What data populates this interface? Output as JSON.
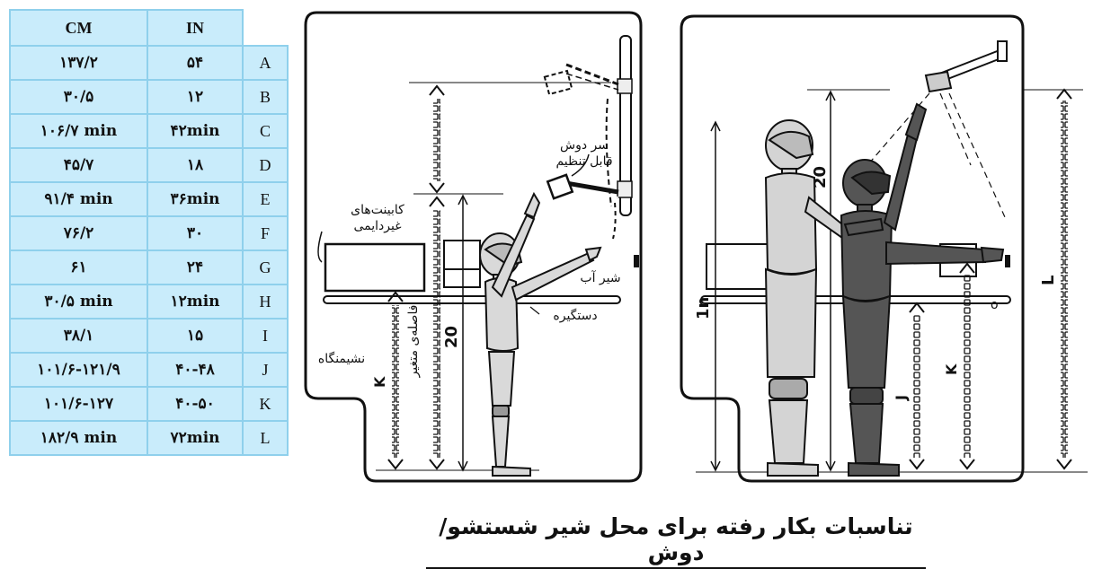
{
  "table": {
    "header": {
      "cm": "CM",
      "in": "IN"
    },
    "rows": [
      {
        "key": "A",
        "cm": "۱۳۷/۲",
        "in": "۵۴"
      },
      {
        "key": "B",
        "cm": "۳۰/۵",
        "in": "۱۲"
      },
      {
        "key": "C",
        "cm": "۱۰۶/۷ min",
        "in": "۴۲min"
      },
      {
        "key": "D",
        "cm": "۴۵/۷",
        "in": "۱۸"
      },
      {
        "key": "E",
        "cm": "۹۱/۴ min",
        "in": "۳۶min"
      },
      {
        "key": "F",
        "cm": "۷۶/۲",
        "in": "۳۰"
      },
      {
        "key": "G",
        "cm": "۶۱",
        "in": "۲۴"
      },
      {
        "key": "H",
        "cm": "۳۰/۵ min",
        "in": "۱۲min"
      },
      {
        "key": "I",
        "cm": "۳۸/۱",
        "in": "۱۵"
      },
      {
        "key": "J",
        "cm": "۱۰۱/۶-۱۲۱/۹",
        "in": "۴۰-۴۸"
      },
      {
        "key": "K",
        "cm": "۱۰۱/۶-۱۲۷",
        "in": "۴۰-۵۰"
      },
      {
        "key": "L",
        "cm": "۱۸۲/۹ min",
        "in": "۷۲min"
      }
    ]
  },
  "left_diagram": {
    "adjustable_head": "سر دوش قابل تنظیم",
    "cabinets": "کابینت‌های غیردایمی",
    "faucet": "شیر آب",
    "grab_bar": "دستگیره",
    "seat": "نشیمنگاه",
    "variable_distance": "فاصله‌ی متغیر",
    "dim_k": "K",
    "dim_20": "20"
  },
  "right_diagram": {
    "dim_20": "20",
    "dim_1n": "1n",
    "dim_l": "L",
    "dim_j": "J",
    "dim_k": "K",
    "dim_o": "o"
  },
  "caption": "تناسبات بکار رفته برای محل شیر شستشو/دوش"
}
